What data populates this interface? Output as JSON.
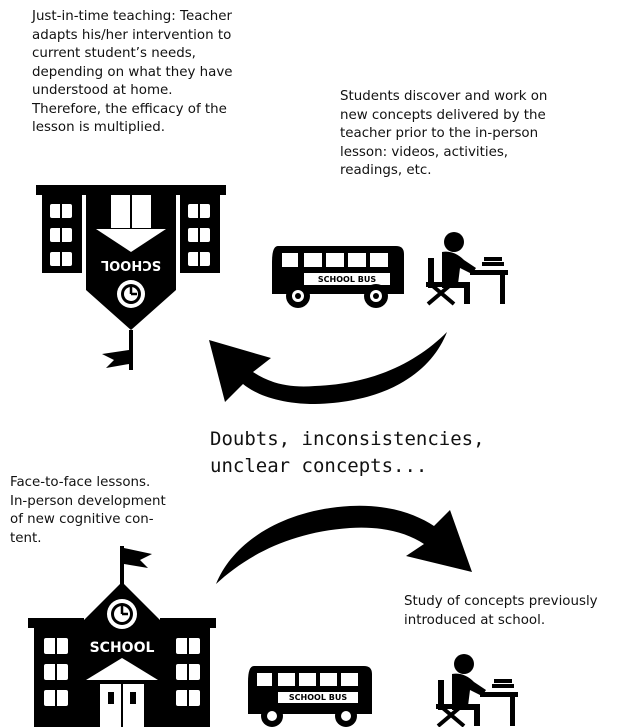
{
  "top_left_text": "Just-in-time teaching: Teacher\nadapts his/her intervention to\ncurrent student’s needs,\ndepending on what they have\nunderstood at home.\nTherefore, the efficacy of the\nlesson is multiplied.",
  "top_right_text": "Students discover and work on\nnew concepts delivered by the\nteacher prior to the in-person\nlesson: videos, activities,\nreadings, etc.",
  "center_text": "Doubts, inconsistencies,\nunclear concepts...",
  "bottom_left_text": "Face-to-face lessons.\nIn-person development\nof new cognitive con-\ntent.",
  "bottom_right_text": "Study of concepts previously\nintroduced at school.",
  "school_sign_flipped": "SCHOOL",
  "school_sign": "SCHOOL",
  "bus_label_top": "SCHOOL BUS",
  "bus_label_bottom": "SCHOOL BUS",
  "icons": [
    "school-flipped-icon",
    "school-bus-icon",
    "student-studying-icon",
    "curved-arrow-icon",
    "school-icon"
  ]
}
